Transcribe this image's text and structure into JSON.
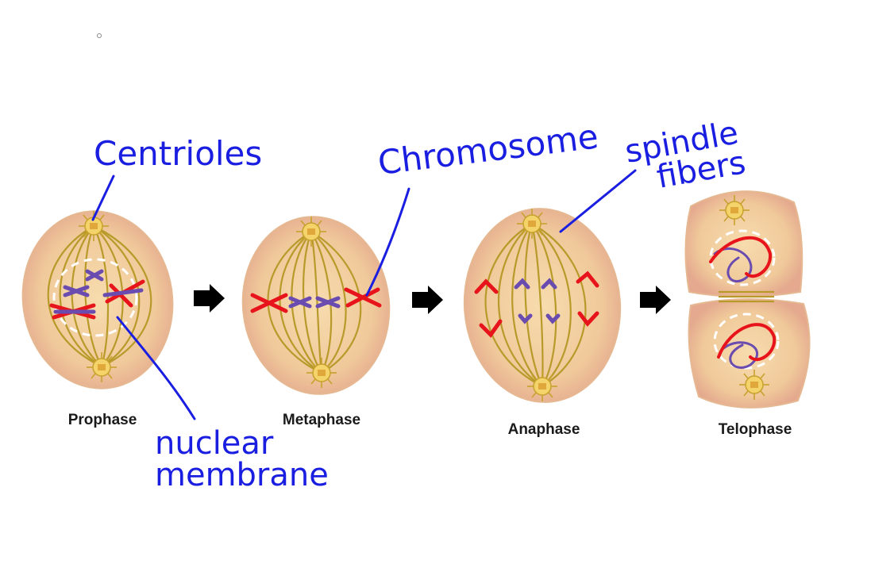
{
  "phases": [
    {
      "label": "Prophase"
    },
    {
      "label": "Metaphase"
    },
    {
      "label": "Anaphase"
    },
    {
      "label": "Telophase"
    }
  ],
  "annotations": {
    "centrioles": "Centrioles",
    "chromosome": "Chromosome",
    "spindle_line1": "spindle",
    "spindle_line2": "fibers",
    "nuclear_line1": "nuclear",
    "nuclear_line2": "membrane"
  },
  "colors": {
    "cell_fill": "#f2cf9e",
    "cell_edge": "#e0a88a",
    "fiber": "#b89a2a",
    "ink": "#1a1ee0",
    "chromosome_red": "#e8141c",
    "chromosome_purple": "#6a4bb0",
    "arrow": "#000000"
  }
}
